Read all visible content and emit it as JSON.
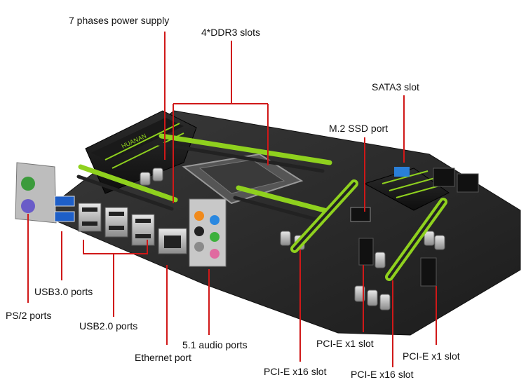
{
  "image": {
    "subject": "Computer motherboard with labeled components",
    "brand_text": "HUANAN",
    "colors": {
      "background": "#ffffff",
      "board": "#2a2a2a",
      "accent_green": "#8fd11e",
      "callout_red": "#d01818",
      "label_text": "#111111"
    }
  },
  "labels": {
    "power": "7 phases power supply",
    "ddr3": "4*DDR3 slots",
    "sata3": "SATA3 slot",
    "m2": "M.2 SSD port",
    "usb3": "USB3.0 ports",
    "ps2": "PS/2 ports",
    "usb2": "USB2.0 ports",
    "audio": "5.1 audio ports",
    "ethernet": "Ethernet port",
    "pcie_x1_a": "PCI-E x1 slot",
    "pcie_x1_b": "PCI-E x1 slot",
    "pcie_x16_a": "PCI-E x16 slot",
    "pcie_x16_b": "PCI-E x16 slot"
  }
}
